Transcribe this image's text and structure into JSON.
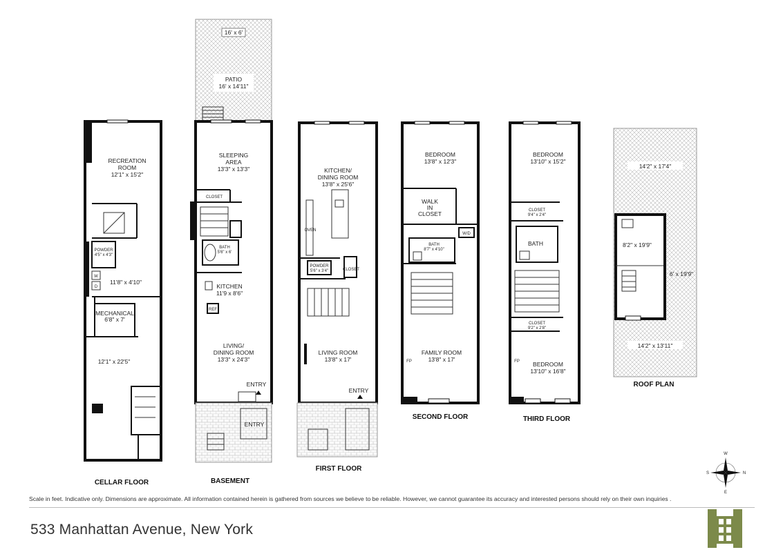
{
  "floors": {
    "cellar": {
      "title": "CELLAR FLOOR",
      "rec_room": "RECREATION",
      "rec_room_2": "ROOM",
      "rec_room_dim": "12'1\" x 15'2\"",
      "powder": "POWDER",
      "powder_dim": "4'5\" x 4'3\"",
      "laundry_dim": "11'8\" x 4'10\"",
      "w": "W",
      "d": "D",
      "mechanical": "MECHANICAL",
      "mechanical_dim": "6'8\" x 7'",
      "room_dim": "12'1\" x 22'5\""
    },
    "basement": {
      "title": "BASEMENT",
      "patio_top_dim": "16' x 6'",
      "patio": "PATIO",
      "patio_dim": "16' x 14'11\"",
      "sleeping": "SLEEPING",
      "sleeping_2": "AREA",
      "sleeping_dim": "13'3\" x 13'3\"",
      "closet": "CLOSET",
      "bath": "BATH",
      "bath_dim": "5'6\" x 6'",
      "kitchen": "KITCHEN",
      "kitchen_dim": "11'9 x 8'6\"",
      "ref": "REF",
      "living": "LIVING/",
      "living_2": "DINING ROOM",
      "living_dim": "13'3\" x 24'3\"",
      "entry": "ENTRY",
      "entry_lower": "ENTRY"
    },
    "first": {
      "title": "FIRST FLOOR",
      "kitchen": "KITCHEN/",
      "kitchen_2": "DINING ROOM",
      "kitchen_dim": "13'8\" x 25'6\"",
      "oven": "OVEN",
      "powder": "POWDER",
      "powder_dim": "5'6\" x 3'4\"",
      "closet": "CLOSET",
      "living": "LIVING ROOM",
      "living_dim": "13'8\" x 17'",
      "entry": "ENTRY"
    },
    "second": {
      "title": "SECOND FLOOR",
      "bedroom": "BEDROOM",
      "bedroom_dim": "13'8\" x 12'3\"",
      "walkin": "WALK",
      "walkin_2": "IN",
      "walkin_3": "CLOSET",
      "wd": "W/D",
      "bath": "BATH",
      "bath_dim": "8'7\" x 4'10\"",
      "family": "FAMILY ROOM",
      "family_dim": "13'8\" x 17'",
      "fp": "FP"
    },
    "third": {
      "title": "THIRD FLOOR",
      "bedroom1": "BEDROOM",
      "bedroom1_dim": "13'10\" x 15'2\"",
      "closet1": "CLOSET",
      "closet1_dim": "9'4\" x 2'4\"",
      "bath": "BATH",
      "closet2": "CLOSET",
      "closet2_dim": "9'2\" x 2'8\"",
      "bedroom2": "BEDROOM",
      "bedroom2_dim": "13'10\" x 16'8\"",
      "fp": "FP"
    },
    "roof": {
      "title": "ROOF PLAN",
      "deck_top_dim": "14'2\" x 17'4\"",
      "bulkhead_dim": "8'2\" x 19'9\"",
      "side_dim": "6' x 19'9\"",
      "deck_bottom_dim": "14'2\" x 13'11\""
    }
  },
  "compass": {
    "n": "N",
    "s": "S",
    "e": "E",
    "w": "W"
  },
  "footer": {
    "disclaimer": "Scale in feet. Indicative only. Dimensions are approximate. All information contained herein is gathered from sources we believe to be reliable. However, we cannot guarantee its accuracy and interested persons should rely on their own inquiries .",
    "address": "533 Manhattan Avenue, New York"
  },
  "colors": {
    "logo": "#7c8a4a",
    "wall": "#111111",
    "hatch": "#aaaaaa"
  }
}
